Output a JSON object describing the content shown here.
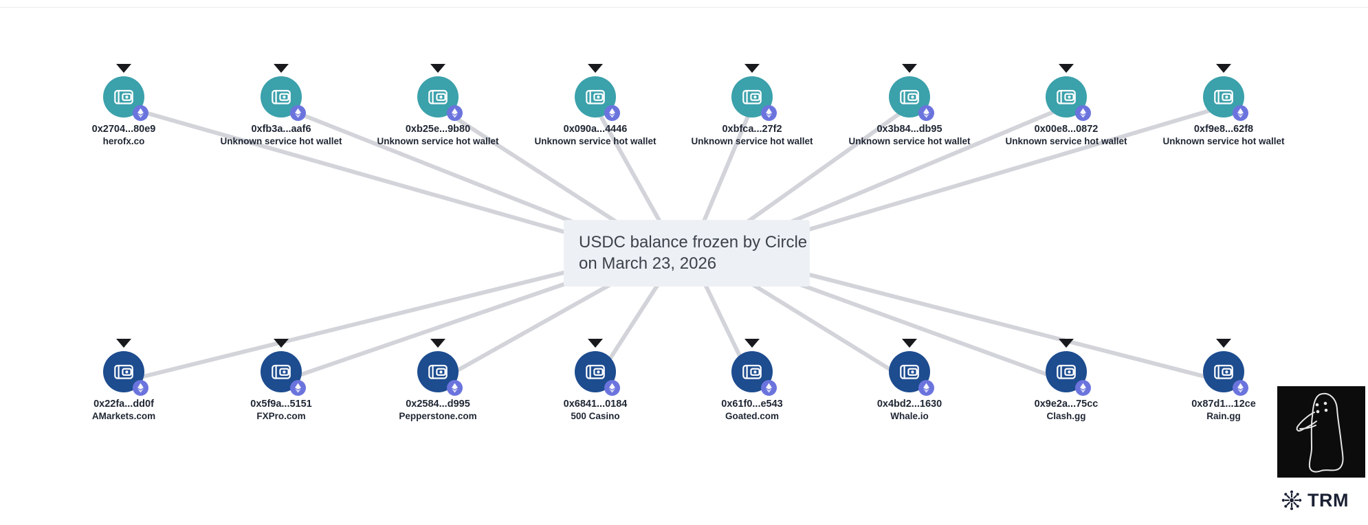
{
  "center_node": {
    "label_line1": "USDC balance frozen by Circle",
    "label_line2": "on March 23, 2026"
  },
  "top_wallets": [
    {
      "address": "0x2704...80e9",
      "service": "herofx.co"
    },
    {
      "address": "0xfb3a...aaf6",
      "service": "Unknown service hot wallet"
    },
    {
      "address": "0xb25e...9b80",
      "service": "Unknown service hot wallet"
    },
    {
      "address": "0x090a...4446",
      "service": "Unknown service hot wallet"
    },
    {
      "address": "0xbfca...27f2",
      "service": "Unknown service hot wallet"
    },
    {
      "address": "0x3b84...db95",
      "service": "Unknown service hot wallet"
    },
    {
      "address": "0x00e8...0872",
      "service": "Unknown service hot wallet"
    },
    {
      "address": "0xf9e8...62f8",
      "service": "Unknown service hot wallet"
    }
  ],
  "bottom_wallets": [
    {
      "address": "0x22fa...dd0f",
      "service": "AMarkets.com"
    },
    {
      "address": "0x5f9a...5151",
      "service": "FXPro.com"
    },
    {
      "address": "0x2584...d995",
      "service": "Pepperstone.com"
    },
    {
      "address": "0x6841...0184",
      "service": "500 Casino"
    },
    {
      "address": "0x61f0...e543",
      "service": "Goated.com"
    },
    {
      "address": "0x4bd2...1630",
      "service": "Whale.io"
    },
    {
      "address": "0x9e2a...75cc",
      "service": "Clash.gg"
    },
    {
      "address": "0x87d1...12ce",
      "service": "Rain.gg"
    }
  ],
  "logo": {
    "text": "TRM"
  },
  "icons": {
    "node_icon": "wallet-icon",
    "badge_icon": "ethereum-icon",
    "node_marker": "triangle-down-marker",
    "logo_icon": "trm-snowflake-icon",
    "overlay": "penguin-doodle"
  },
  "colors": {
    "top_wallet": "#3ba1ab",
    "bottom_wallet": "#1d4c8f",
    "ethereum_badge": "#6b74dd",
    "edge": "#d2d4da",
    "center_box_bg": "#edf0f5",
    "center_box_text": "#3c424b",
    "label_text": "#1f2633",
    "logo_text": "#1b2134"
  }
}
